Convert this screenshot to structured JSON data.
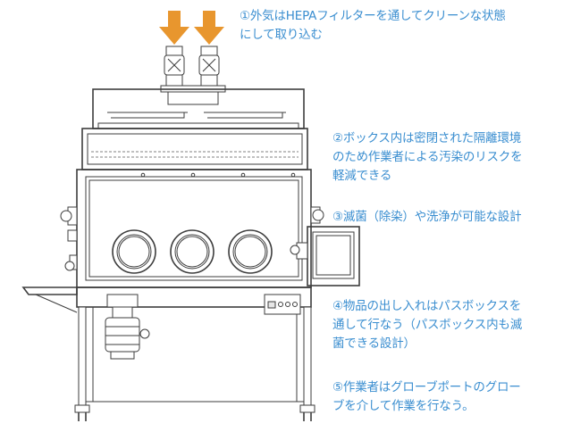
{
  "colors": {
    "annotation_text": "#3a8ed0",
    "arrow": "#e8962e",
    "line": "#3d3d3d"
  },
  "notes": [
    {
      "id": "note-1",
      "lines": [
        "①外気はHEPAフィルターを通してクリーンな状態",
        "にして取り込む"
      ]
    },
    {
      "id": "note-2",
      "lines": [
        "②ボックス内は密閉された隔離環境",
        "のため作業者による汚染のリスクを",
        "軽減できる"
      ]
    },
    {
      "id": "note-3",
      "lines": [
        "③滅菌（除染）や洗浄が可能な設計"
      ]
    },
    {
      "id": "note-4",
      "lines": [
        "④物品の出し入れはパスボックスを",
        "通して行なう（パスボックス内も滅",
        "菌できる設計）"
      ]
    },
    {
      "id": "note-5",
      "lines": [
        "⑤作業者はグローブポートのグロー",
        "ブを介して作業を行なう。"
      ]
    }
  ]
}
